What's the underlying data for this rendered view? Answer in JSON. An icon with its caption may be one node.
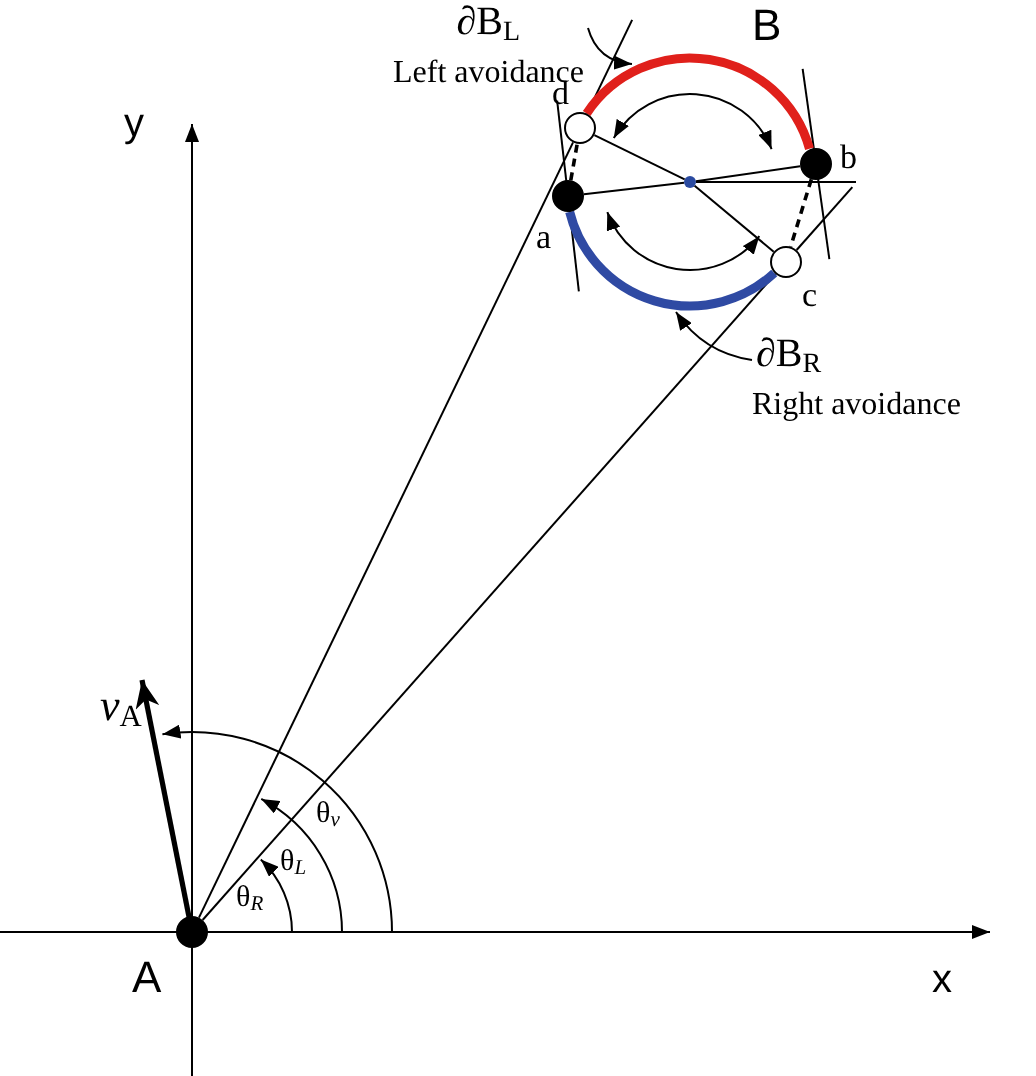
{
  "diagram": {
    "nodes": [
      {
        "text": [
          "A"
        ]
      },
      {
        "text": [
          "a"
        ]
      },
      {
        "text": [
          "b"
        ]
      },
      {
        "text": [
          "c"
        ]
      },
      {
        "text": [
          "d"
        ]
      },
      {
        "text": [],
        "shape": "circle"
      },
      {
        "text": [
          "∂B$_{L}$",
          "Left avoidance"
        ]
      },
      {
        "text": [
          "∂B$_{R}$",
          "Right avoidance"
        ]
      }
    ],
    "edges": [
      {
        "from": 0,
        "to": 4,
        "arrow": "none"
      },
      {
        "from": 0,
        "to": 3,
        "arrow": "none"
      },
      {
        "from": 1,
        "to": 5,
        "arrow": "none"
      },
      {
        "from": 5,
        "to": 2,
        "arrow": "none"
      },
      {
        "from": 4,
        "to": 5,
        "arrow": "none"
      },
      {
        "from": 5,
        "to": 3,
        "arrow": "none"
      },
      {
        "from": 1,
        "to": 4,
        "arrow": "none",
        "style": "dashed"
      },
      {
        "from": 2,
        "to": 3,
        "arrow": "none",
        "style": "dashed"
      },
      {
        "from": 4,
        "to": 2,
        "arrow": "none",
        "style": "thick",
        "color": "#e0201b"
      },
      {
        "from": 1,
        "to": 3,
        "arrow": "none",
        "style": "thick",
        "color": "#2f4aa3"
      },
      {
        "from": 6,
        "to": null,
        "arrow": "to"
      },
      {
        "from": 7,
        "to": null,
        "arrow": "to"
      }
    ],
    "labels": [
      "B",
      "y",
      "x",
      "*v*$_{A}$",
      "θ$_{v}$",
      "θ$_{L}$",
      "θ$_{R}$"
    ]
  }
}
